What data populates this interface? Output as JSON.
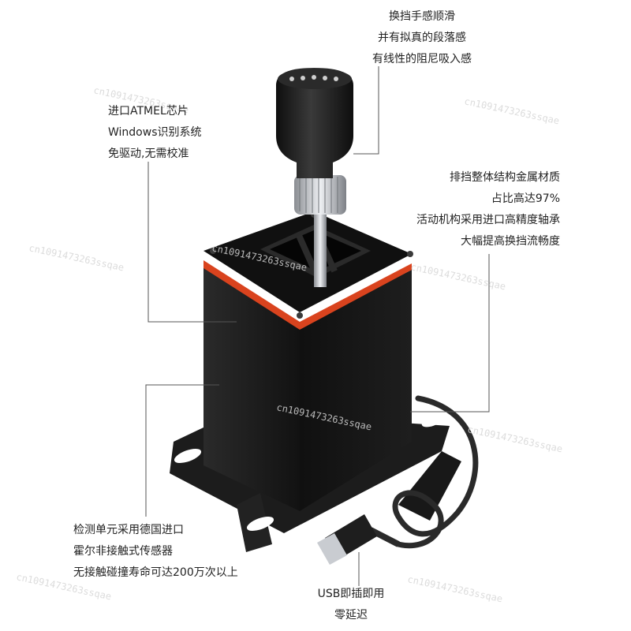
{
  "callouts": {
    "top": {
      "lines": [
        "换挡手感顺滑",
        "并有拟真的段落感",
        "有线性的阻尼吸入感"
      ]
    },
    "left": {
      "lines": [
        "进口ATMEL芯片",
        "Windows识别系统",
        "免驱动,无需校准"
      ]
    },
    "right": {
      "lines": [
        "排挡整体结构金属材质",
        "占比高达97%",
        "活动机构采用进口高精度轴承",
        "大幅提高换挡流畅度"
      ]
    },
    "bottom": {
      "lines": [
        "检测单元采用德国进口",
        "霍尔非接触式传感器",
        "无接触碰撞寿命可达200万次以上"
      ]
    },
    "usb": {
      "lines": [
        "USB即插即用",
        "零延迟"
      ]
    }
  },
  "watermark": "cn1091473263ssqae",
  "colors": {
    "body": "#161616",
    "accent_stripe": "#d9431e",
    "knob": "#1b1b1b",
    "shaft": "#c9ccd1",
    "cable": "#2a2a2a",
    "leader_line": "#555555",
    "watermark": "#d6d6d6"
  }
}
